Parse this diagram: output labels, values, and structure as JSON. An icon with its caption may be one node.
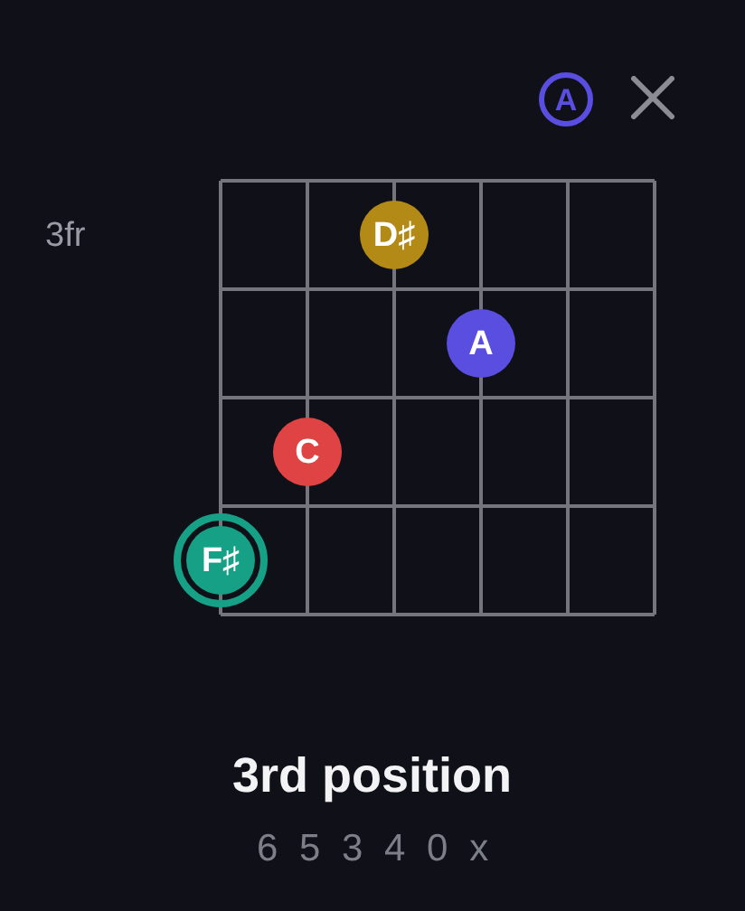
{
  "diagram": {
    "title": "3rd position",
    "nodes": [
      {
        "text": [
          "A"
        ]
      },
      {
        "text": [
          "D♯"
        ]
      },
      {
        "text": [
          "A"
        ]
      },
      {
        "text": [
          "C"
        ]
      },
      {
        "text": [
          "F♯"
        ]
      }
    ],
    "labels": [
      "3fr",
      "6 5 3 4 0 x"
    ]
  }
}
